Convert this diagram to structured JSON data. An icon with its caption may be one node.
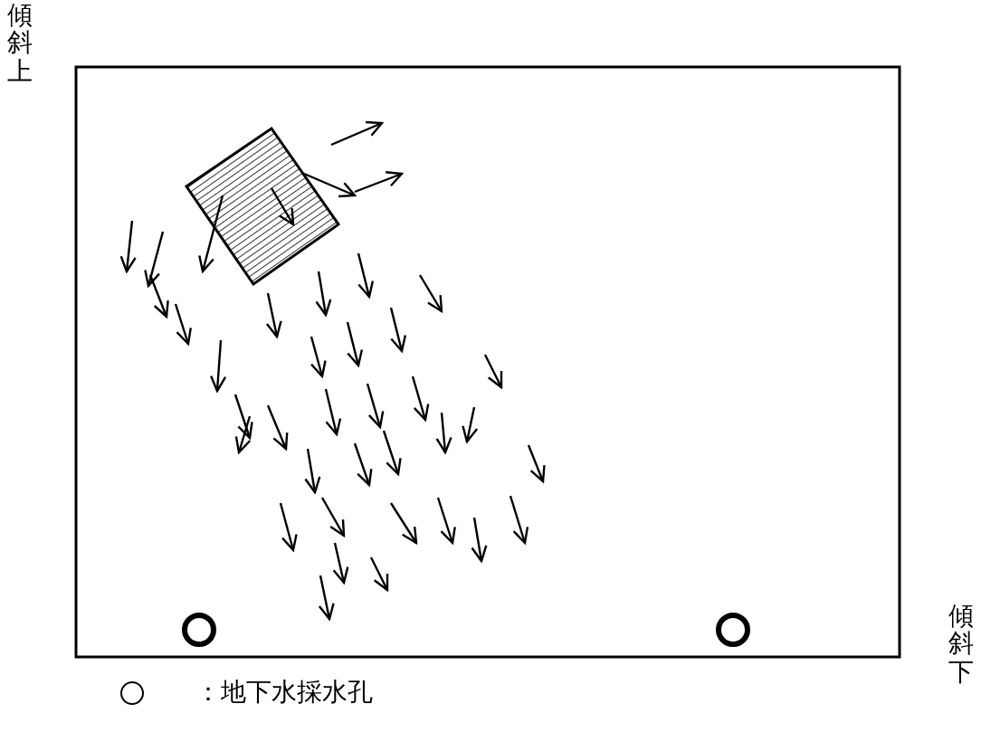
{
  "diagram": {
    "labels": [
      "傾斜上",
      "傾斜下"
    ],
    "legend": [
      {
        "text": "：地下水採水孔"
      }
    ]
  }
}
